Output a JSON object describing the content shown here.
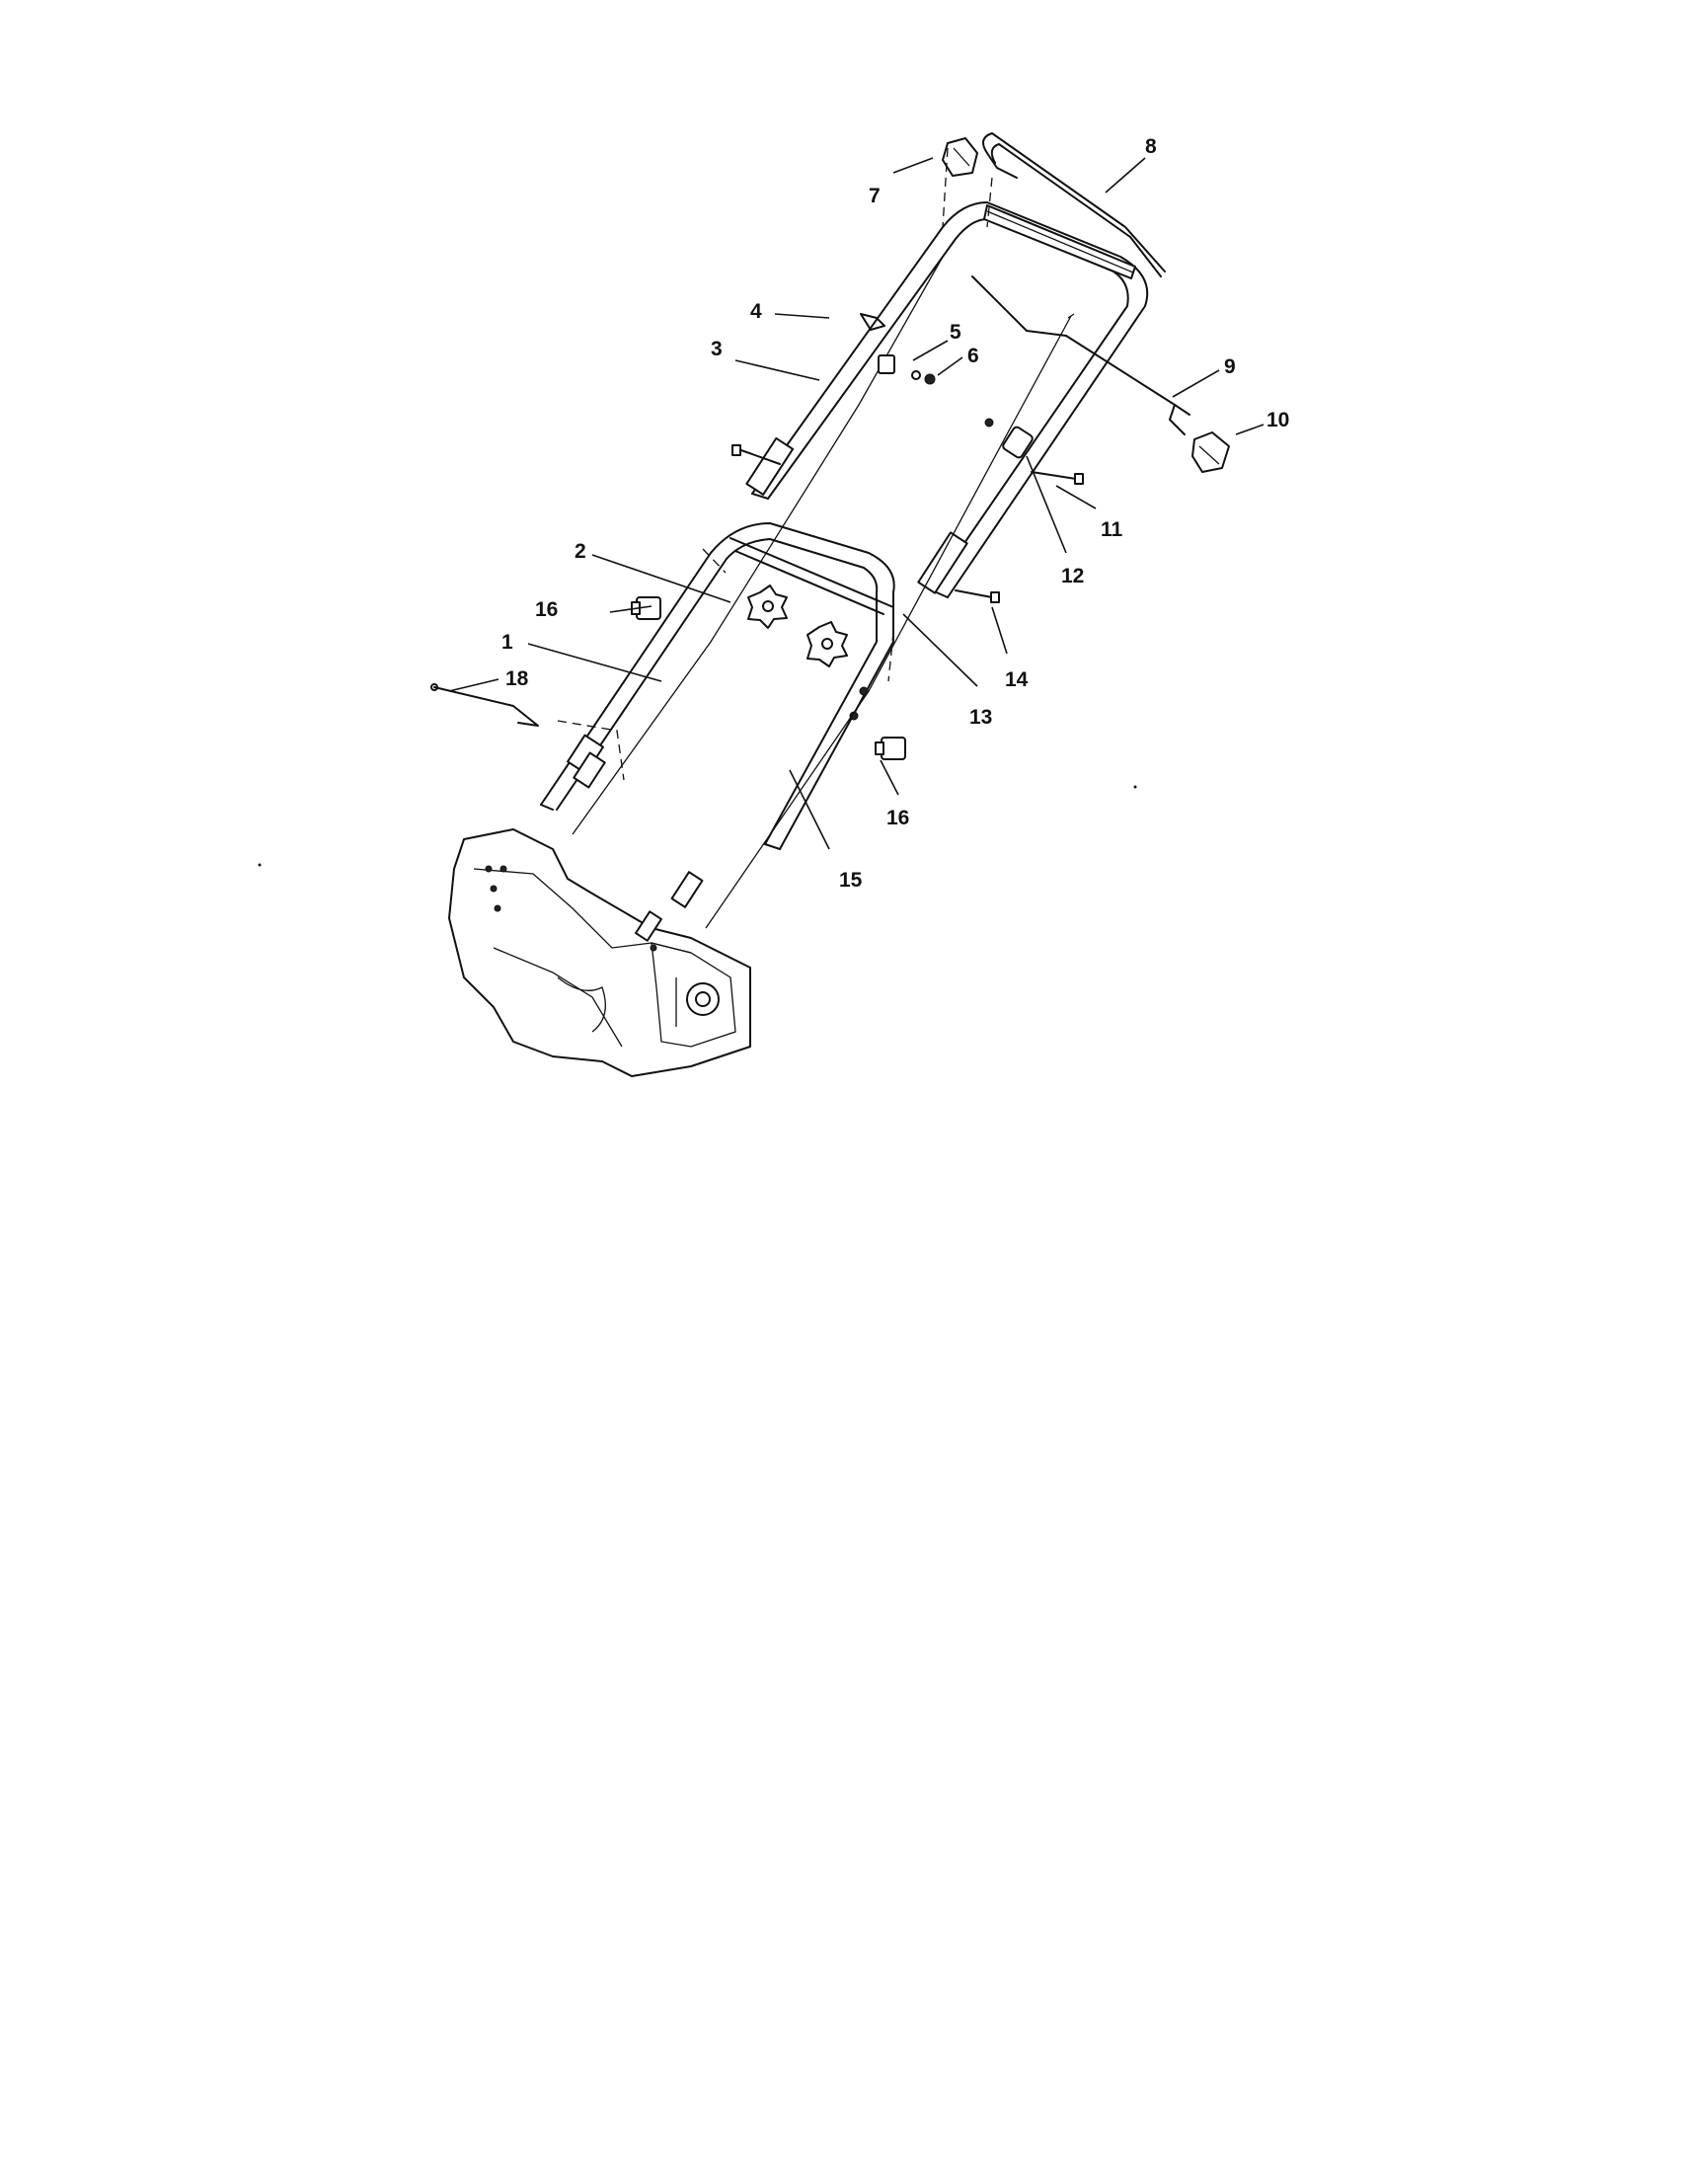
{
  "diagram": {
    "callouts": [
      {
        "id": "c1",
        "label": "1"
      },
      {
        "id": "c2",
        "label": "2"
      },
      {
        "id": "c3",
        "label": "3"
      },
      {
        "id": "c4",
        "label": "4"
      },
      {
        "id": "c5",
        "label": "5"
      },
      {
        "id": "c6",
        "label": "6"
      },
      {
        "id": "c7",
        "label": "7"
      },
      {
        "id": "c8",
        "label": "8"
      },
      {
        "id": "c9",
        "label": "9"
      },
      {
        "id": "c10",
        "label": "10"
      },
      {
        "id": "c11",
        "label": "11"
      },
      {
        "id": "c12",
        "label": "12"
      },
      {
        "id": "c13",
        "label": "13"
      },
      {
        "id": "c14",
        "label": "14"
      },
      {
        "id": "c15",
        "label": "15"
      },
      {
        "id": "c16a",
        "label": "16"
      },
      {
        "id": "c16b",
        "label": "16"
      },
      {
        "id": "c18",
        "label": "18"
      }
    ]
  }
}
